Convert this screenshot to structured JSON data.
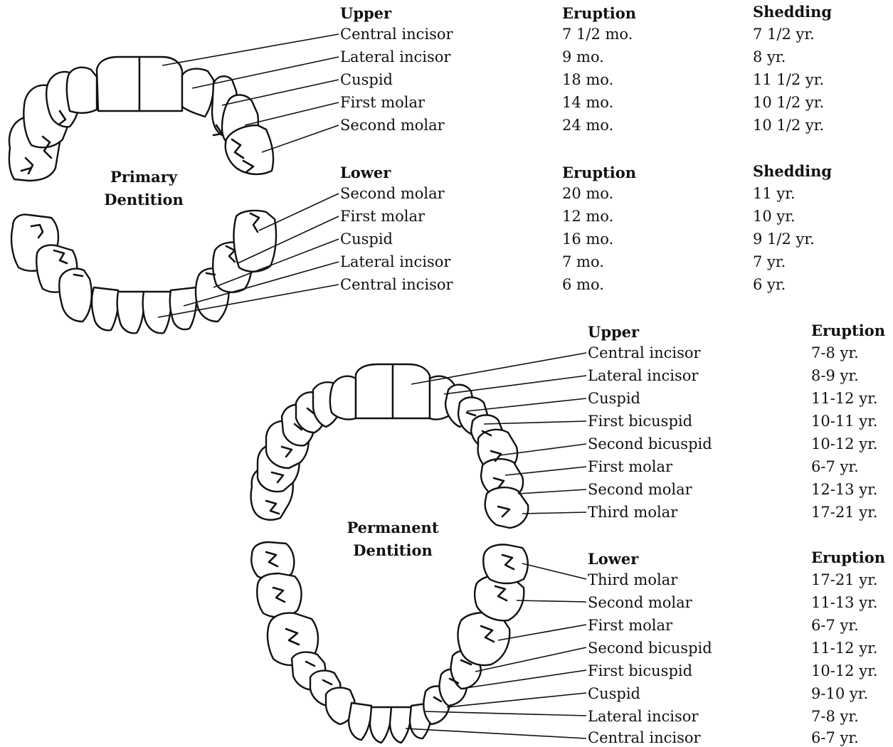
{
  "primary": {
    "label_line1": "Primary",
    "label_line2": "Dentition",
    "upper": {
      "heading": "Upper",
      "col_eruption": "Eruption",
      "col_shedding": "Shedding",
      "rows": [
        {
          "tooth": "Central incisor",
          "eruption": "7 1/2 mo.",
          "shedding": "7 1/2 yr."
        },
        {
          "tooth": "Lateral incisor",
          "eruption": "9 mo.",
          "shedding": "8 yr."
        },
        {
          "tooth": "Cuspid",
          "eruption": "18 mo.",
          "shedding": "11 1/2 yr."
        },
        {
          "tooth": "First molar",
          "eruption": "14 mo.",
          "shedding": "10 1/2 yr."
        },
        {
          "tooth": "Second molar",
          "eruption": "24 mo.",
          "shedding": "10 1/2 yr."
        }
      ]
    },
    "lower": {
      "heading": "Lower",
      "col_eruption": "Eruption",
      "col_shedding": "Shedding",
      "rows": [
        {
          "tooth": "Second molar",
          "eruption": "20 mo.",
          "shedding": "11 yr."
        },
        {
          "tooth": "First molar",
          "eruption": "12 mo.",
          "shedding": "10 yr."
        },
        {
          "tooth": "Cuspid",
          "eruption": "16 mo.",
          "shedding": "9 1/2 yr."
        },
        {
          "tooth": "Lateral incisor",
          "eruption": "7 mo.",
          "shedding": "7 yr."
        },
        {
          "tooth": "Central incisor",
          "eruption": "6 mo.",
          "shedding": "6 yr."
        }
      ]
    }
  },
  "permanent": {
    "label_line1": "Permanent",
    "label_line2": "Dentition",
    "upper": {
      "heading": "Upper",
      "col_eruption": "Eruption",
      "rows": [
        {
          "tooth": "Central incisor",
          "eruption": "7-8 yr."
        },
        {
          "tooth": "Lateral incisor",
          "eruption": "8-9 yr."
        },
        {
          "tooth": "Cuspid",
          "eruption": "11-12 yr."
        },
        {
          "tooth": "First bicuspid",
          "eruption": "10-11 yr."
        },
        {
          "tooth": "Second bicuspid",
          "eruption": "10-12 yr."
        },
        {
          "tooth": "First molar",
          "eruption": "6-7 yr."
        },
        {
          "tooth": "Second molar",
          "eruption": "12-13 yr."
        },
        {
          "tooth": "Third molar",
          "eruption": "17-21 yr."
        }
      ]
    },
    "lower": {
      "heading": "Lower",
      "col_eruption": "Eruption",
      "rows": [
        {
          "tooth": "Third molar",
          "eruption": "17-21 yr."
        },
        {
          "tooth": "Second molar",
          "eruption": "11-13 yr."
        },
        {
          "tooth": "First molar",
          "eruption": "6-7 yr."
        },
        {
          "tooth": "Second bicuspid",
          "eruption": "11-12 yr."
        },
        {
          "tooth": "First bicuspid",
          "eruption": "10-12 yr."
        },
        {
          "tooth": "Cuspid",
          "eruption": "9-10 yr."
        },
        {
          "tooth": "Lateral incisor",
          "eruption": "7-8 yr."
        },
        {
          "tooth": "Central incisor",
          "eruption": "6-7 yr."
        }
      ]
    }
  }
}
